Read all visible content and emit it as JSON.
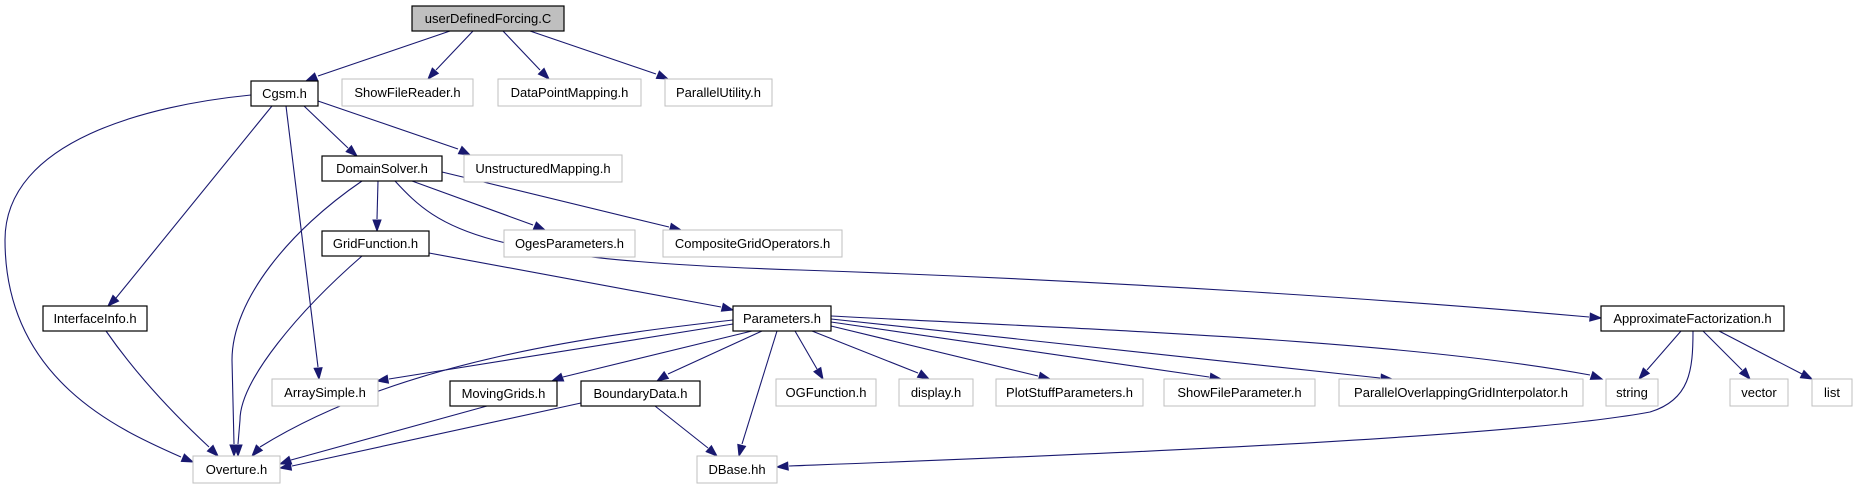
{
  "diagram": {
    "type": "include-dependency-graph",
    "colors": {
      "edge": "#191970",
      "root_fill": "#bfbfbf",
      "linked_border": "#000000",
      "external_border": "#bfbfbf"
    },
    "nodes": [
      {
        "id": "userDefinedForcing",
        "label": "userDefinedForcing.C",
        "kind": "root"
      },
      {
        "id": "Cgsm",
        "label": "Cgsm.h",
        "kind": "linked"
      },
      {
        "id": "ShowFileReader",
        "label": "ShowFileReader.h",
        "kind": "external"
      },
      {
        "id": "DataPointMapping",
        "label": "DataPointMapping.h",
        "kind": "external"
      },
      {
        "id": "ParallelUtility",
        "label": "ParallelUtility.h",
        "kind": "external"
      },
      {
        "id": "DomainSolver",
        "label": "DomainSolver.h",
        "kind": "linked"
      },
      {
        "id": "UnstructuredMapping",
        "label": "UnstructuredMapping.h",
        "kind": "external"
      },
      {
        "id": "GridFunction",
        "label": "GridFunction.h",
        "kind": "linked"
      },
      {
        "id": "OgesParameters",
        "label": "OgesParameters.h",
        "kind": "external"
      },
      {
        "id": "CompositeGridOperators",
        "label": "CompositeGridOperators.h",
        "kind": "external"
      },
      {
        "id": "InterfaceInfo",
        "label": "InterfaceInfo.h",
        "kind": "linked"
      },
      {
        "id": "Parameters",
        "label": "Parameters.h",
        "kind": "linked"
      },
      {
        "id": "ApproximateFactorization",
        "label": "ApproximateFactorization.h",
        "kind": "linked"
      },
      {
        "id": "ArraySimple",
        "label": "ArraySimple.h",
        "kind": "external"
      },
      {
        "id": "MovingGrids",
        "label": "MovingGrids.h",
        "kind": "linked"
      },
      {
        "id": "BoundaryData",
        "label": "BoundaryData.h",
        "kind": "linked"
      },
      {
        "id": "OGFunction",
        "label": "OGFunction.h",
        "kind": "external"
      },
      {
        "id": "display",
        "label": "display.h",
        "kind": "external"
      },
      {
        "id": "PlotStuffParameters",
        "label": "PlotStuffParameters.h",
        "kind": "external"
      },
      {
        "id": "ShowFileParameter",
        "label": "ShowFileParameter.h",
        "kind": "external"
      },
      {
        "id": "ParallelOverlappingGridInterpolator",
        "label": "ParallelOverlappingGridInterpolator.h",
        "kind": "external"
      },
      {
        "id": "string",
        "label": "string",
        "kind": "external"
      },
      {
        "id": "vector",
        "label": "vector",
        "kind": "external"
      },
      {
        "id": "list",
        "label": "list",
        "kind": "external"
      },
      {
        "id": "Overture",
        "label": "Overture.h",
        "kind": "external"
      },
      {
        "id": "DBase",
        "label": "DBase.hh",
        "kind": "external"
      }
    ],
    "edges": [
      {
        "from": "userDefinedForcing",
        "to": "Cgsm"
      },
      {
        "from": "userDefinedForcing",
        "to": "ShowFileReader"
      },
      {
        "from": "userDefinedForcing",
        "to": "DataPointMapping"
      },
      {
        "from": "userDefinedForcing",
        "to": "ParallelUtility"
      },
      {
        "from": "Cgsm",
        "to": "Overture"
      },
      {
        "from": "Cgsm",
        "to": "InterfaceInfo"
      },
      {
        "from": "Cgsm",
        "to": "ArraySimple"
      },
      {
        "from": "Cgsm",
        "to": "DomainSolver"
      },
      {
        "from": "Cgsm",
        "to": "UnstructuredMapping"
      },
      {
        "from": "DomainSolver",
        "to": "Overture"
      },
      {
        "from": "DomainSolver",
        "to": "GridFunction"
      },
      {
        "from": "DomainSolver",
        "to": "OgesParameters"
      },
      {
        "from": "DomainSolver",
        "to": "CompositeGridOperators"
      },
      {
        "from": "DomainSolver",
        "to": "ApproximateFactorization"
      },
      {
        "from": "GridFunction",
        "to": "Overture"
      },
      {
        "from": "GridFunction",
        "to": "Parameters"
      },
      {
        "from": "InterfaceInfo",
        "to": "Overture"
      },
      {
        "from": "Parameters",
        "to": "ArraySimple"
      },
      {
        "from": "Parameters",
        "to": "Overture"
      },
      {
        "from": "Parameters",
        "to": "MovingGrids"
      },
      {
        "from": "Parameters",
        "to": "BoundaryData"
      },
      {
        "from": "Parameters",
        "to": "DBase"
      },
      {
        "from": "Parameters",
        "to": "OGFunction"
      },
      {
        "from": "Parameters",
        "to": "display"
      },
      {
        "from": "Parameters",
        "to": "PlotStuffParameters"
      },
      {
        "from": "Parameters",
        "to": "ShowFileParameter"
      },
      {
        "from": "Parameters",
        "to": "ParallelOverlappingGridInterpolator"
      },
      {
        "from": "Parameters",
        "to": "string"
      },
      {
        "from": "MovingGrids",
        "to": "Overture"
      },
      {
        "from": "BoundaryData",
        "to": "Overture"
      },
      {
        "from": "BoundaryData",
        "to": "DBase"
      },
      {
        "from": "ApproximateFactorization",
        "to": "string"
      },
      {
        "from": "ApproximateFactorization",
        "to": "DBase"
      },
      {
        "from": "ApproximateFactorization",
        "to": "vector"
      },
      {
        "from": "ApproximateFactorization",
        "to": "list"
      }
    ]
  }
}
